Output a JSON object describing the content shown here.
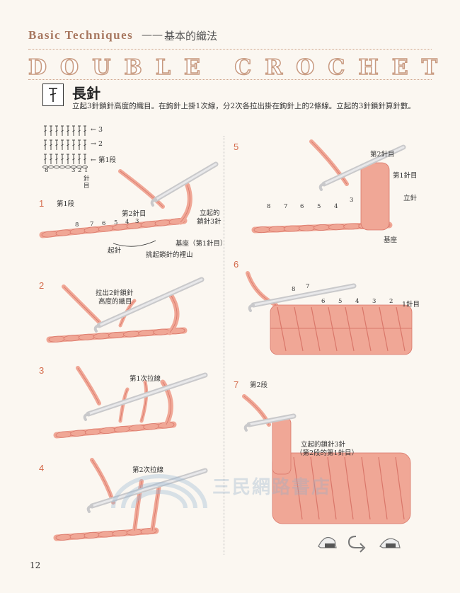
{
  "header": {
    "en_title": "Basic Techniques",
    "separator": "——",
    "cn_title": "基本的織法"
  },
  "main_title": "DOUBLE CROCHET",
  "stitch": {
    "title": "長針",
    "description": "立起3針鎖針高度的織目。在鉤針上掛1次線，分2次各拉出掛在鉤針上的2條線。立起的3針鎖針算針數。"
  },
  "chart": {
    "row_labels": [
      "← 3",
      "→ 2",
      "← 第1段"
    ],
    "bottom_numbers": [
      "8",
      "3",
      "2",
      "1"
    ],
    "vertical_label_1": "針",
    "vertical_label_2": "目"
  },
  "steps": [
    {
      "num": "1",
      "caption": "第1段",
      "labels": [
        "第2針目",
        "立起的",
        "鎖針3針",
        "基座（第1針目）",
        "起針",
        "挑起鎖針的裡山"
      ],
      "chain_numbers": [
        "8",
        "7",
        "6",
        "5",
        "4",
        "3"
      ]
    },
    {
      "num": "2",
      "labels": [
        "拉出2針鎖針",
        "高度的織目"
      ]
    },
    {
      "num": "3",
      "labels": [
        "第1次拉線"
      ]
    },
    {
      "num": "4",
      "labels": [
        "第2次拉線"
      ]
    },
    {
      "num": "5",
      "labels": [
        "第2針目",
        "第1針目",
        "立針",
        "基座"
      ],
      "chain_numbers": [
        "8",
        "7",
        "6",
        "5",
        "4",
        "3"
      ]
    },
    {
      "num": "6",
      "labels": [
        "1針目"
      ],
      "top_numbers": [
        "8",
        "7",
        "6",
        "5",
        "4",
        "3",
        "2"
      ]
    },
    {
      "num": "7",
      "caption": "第2段",
      "labels": [
        "立起的鎖針3針",
        "（第2段的第1針目）"
      ]
    }
  ],
  "watermark": "三民網路書店",
  "page_number": "12",
  "colors": {
    "yarn": "#f0a796",
    "yarn_dark": "#d9776a",
    "hook": "#c9c9cb",
    "accent": "#d46a4a",
    "title_outline": "#c89a80"
  }
}
